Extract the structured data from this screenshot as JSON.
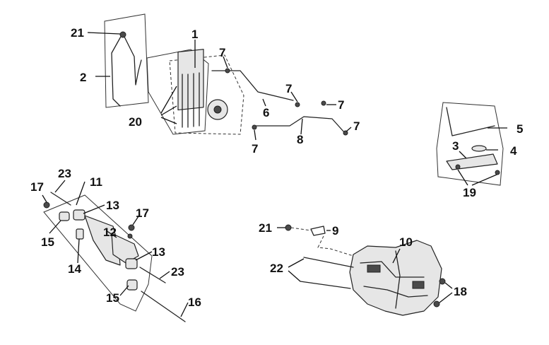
{
  "diagram": {
    "callouts": {
      "c1": "1",
      "c2": "2",
      "c3": "3",
      "c4": "4",
      "c5": "5",
      "c6": "6",
      "c7a": "7",
      "c7b": "7",
      "c7c": "7",
      "c7d": "7",
      "c7e": "7",
      "c8": "8",
      "c9": "9",
      "c10": "10",
      "c11": "11",
      "c12": "12",
      "c13a": "13",
      "c13b": "13",
      "c14": "14",
      "c15a": "15",
      "c15b": "15",
      "c16": "16",
      "c17a": "17",
      "c17b": "17",
      "c18": "18",
      "c19": "19",
      "c20": "20",
      "c21a": "21",
      "c21b": "21",
      "c22": "22",
      "c23a": "23",
      "c23b": "23"
    }
  }
}
